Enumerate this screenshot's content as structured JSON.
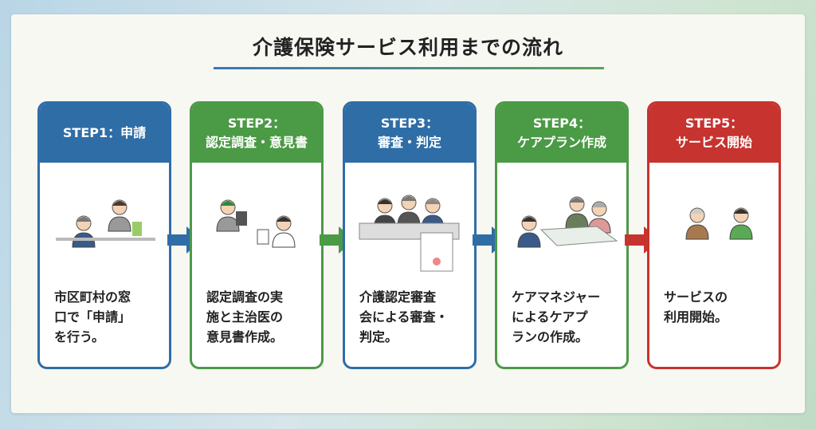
{
  "title": "介護保険サービス利用までの流れ",
  "colors": {
    "blue": "#2f6da6",
    "green": "#4b9a46",
    "red": "#c7332f"
  },
  "steps": [
    {
      "step": "STEP1：",
      "name": "申請",
      "color": "#2f6da6",
      "desc": [
        "市区町村の窓",
        "口で「申請」",
        "を行う。"
      ]
    },
    {
      "step": "STEP2：",
      "name": "認定調査・意見書",
      "color": "#4b9a46",
      "desc": [
        "認定調査の実",
        "施と主治医の",
        "意見書作成。"
      ]
    },
    {
      "step": "STEP3：",
      "name": "審査・判定",
      "color": "#2f6da6",
      "desc": [
        "介護認定審査",
        "会による審査・",
        "判定。"
      ]
    },
    {
      "step": "STEP4：",
      "name": "ケアプラン作成",
      "color": "#4b9a46",
      "desc": [
        "ケアマネジャー",
        "によるケアプ",
        "ランの作成。"
      ]
    },
    {
      "step": "STEP5：",
      "name": "サービス開始",
      "color": "#c7332f",
      "desc": [
        "サービスの",
        "利用開始。"
      ]
    }
  ]
}
